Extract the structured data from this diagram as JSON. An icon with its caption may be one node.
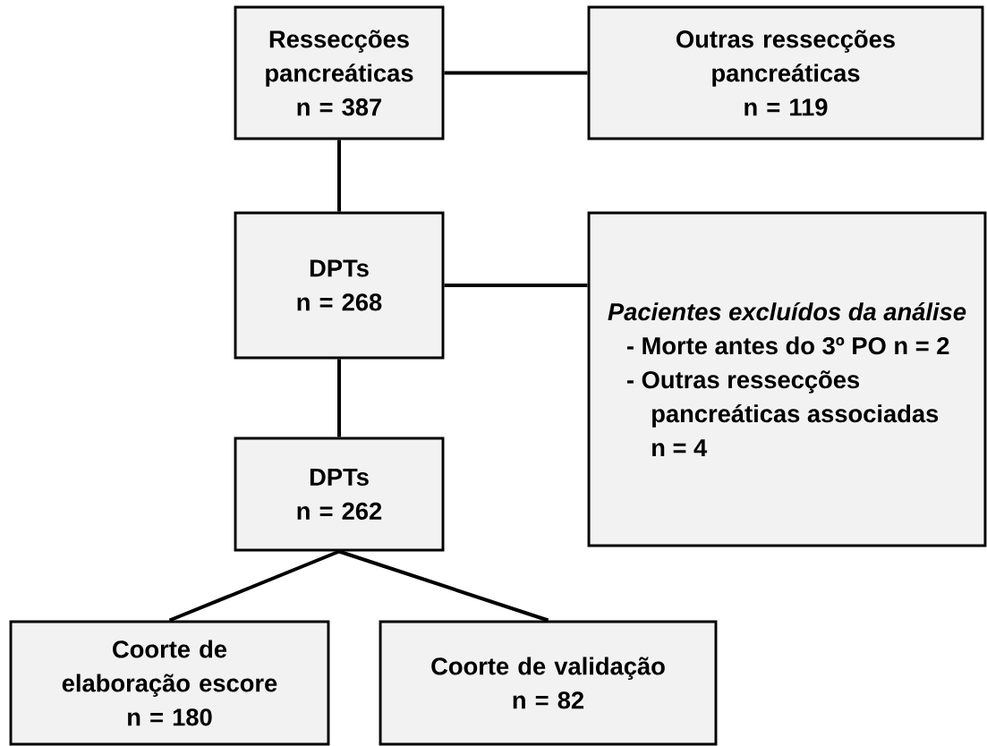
{
  "diagram": {
    "nodes": [
      {
        "text": [
          "Ressecções pancreáticas",
          "n = 387"
        ]
      },
      {
        "text": [
          "Outras ressecções pancreáticas",
          "n = 119"
        ]
      },
      {
        "text": [
          "DPTs",
          "n = 268"
        ]
      },
      {
        "text": [
          "Pacientes excluídos da análise",
          "- Morte antes do 3º PO n = 2",
          "- Outras ressecções pancreáticas associadas n = 4"
        ]
      },
      {
        "text": [
          "DPTs",
          "n = 262"
        ]
      },
      {
        "text": [
          "Coorte de elaboração escore",
          "n = 180"
        ]
      },
      {
        "text": [
          "Coorte de validação",
          "n = 82"
        ]
      }
    ],
    "edges": [
      {
        "from": 0,
        "to": 1,
        "arrow": "none"
      },
      {
        "from": 0,
        "to": 2,
        "arrow": "none"
      },
      {
        "from": 2,
        "to": 3,
        "arrow": "none"
      },
      {
        "from": 2,
        "to": 4,
        "arrow": "none"
      },
      {
        "from": 4,
        "to": 5,
        "arrow": "none"
      },
      {
        "from": 4,
        "to": 6,
        "arrow": "none"
      }
    ]
  }
}
